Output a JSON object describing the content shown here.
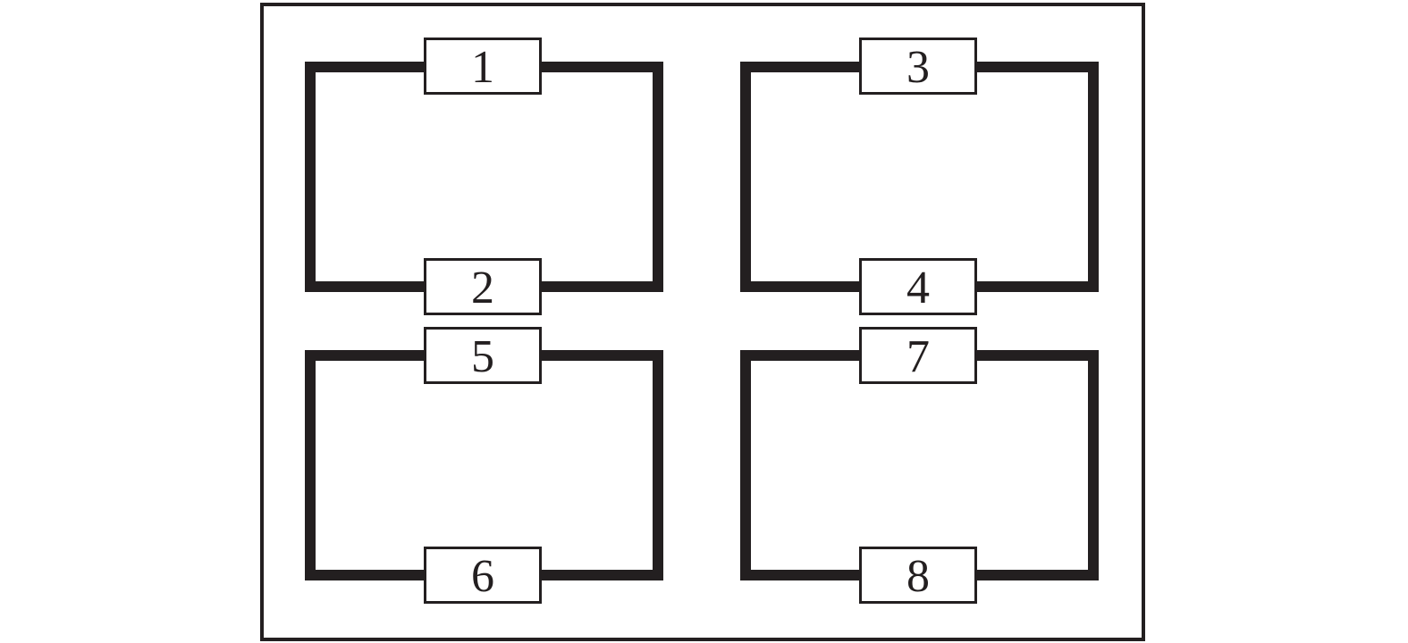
{
  "circuits": [
    {
      "top_label": "1",
      "bottom_label": "2"
    },
    {
      "top_label": "3",
      "bottom_label": "4"
    },
    {
      "top_label": "5",
      "bottom_label": "6"
    },
    {
      "top_label": "7",
      "bottom_label": "8"
    }
  ],
  "colors": {
    "line": "#231f20",
    "background": "#ffffff"
  }
}
